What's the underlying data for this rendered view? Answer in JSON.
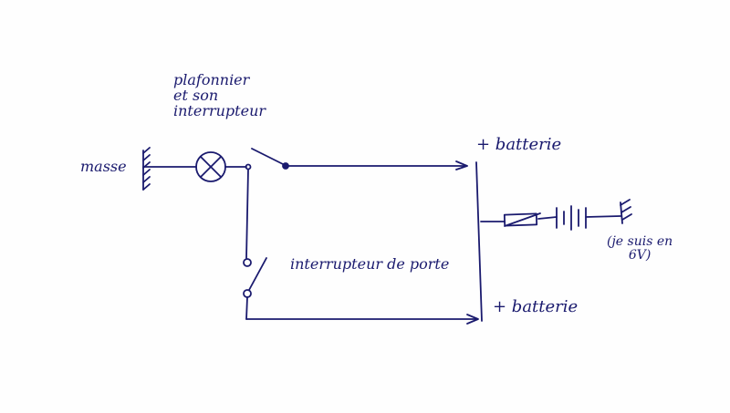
{
  "labels": {
    "lamp_label": [
      "plafonnier",
      "et son",
      "interrupteur"
    ],
    "ground_label": "masse",
    "battery_top": "+ batterie",
    "battery_bottom": "+ batterie",
    "door_switch": "interrupteur de porte",
    "voltage_note": [
      "(je suis en",
      "6V)"
    ]
  },
  "colors": {
    "ink": "#1a1a6e",
    "paper": "#fefefe"
  }
}
